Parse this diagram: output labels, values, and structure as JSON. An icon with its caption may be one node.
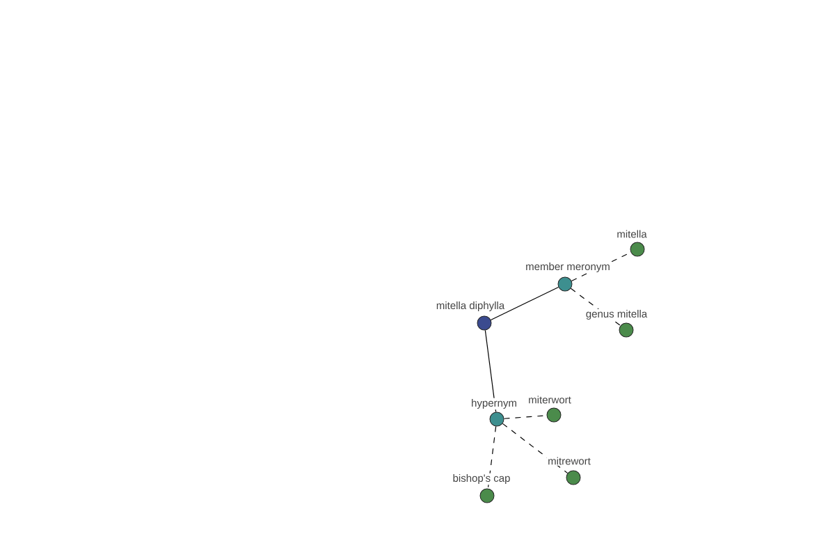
{
  "diagram": {
    "nodes": [
      {
        "text": [
          "mitella diphylla"
        ]
      },
      {
        "text": [
          "member meronym"
        ]
      },
      {
        "text": [
          "mitella"
        ]
      },
      {
        "text": [
          "genus mitella"
        ]
      },
      {
        "text": [
          "hypernym"
        ]
      },
      {
        "text": [
          "miterwort"
        ]
      },
      {
        "text": [
          "mitrewort"
        ]
      },
      {
        "text": [
          "bishop's cap"
        ]
      }
    ],
    "edges": [
      {
        "from": 0,
        "to": 1,
        "arrow": "none"
      },
      {
        "from": 1,
        "to": 2,
        "arrow": "none",
        "style": "dashed"
      },
      {
        "from": 1,
        "to": 3,
        "arrow": "none",
        "style": "dashed"
      },
      {
        "from": 0,
        "to": 4,
        "arrow": "none"
      },
      {
        "from": 4,
        "to": 5,
        "arrow": "none",
        "style": "dashed"
      },
      {
        "from": 4,
        "to": 6,
        "arrow": "none",
        "style": "dashed"
      },
      {
        "from": 4,
        "to": 7,
        "arrow": "none",
        "style": "dashed"
      }
    ]
  }
}
